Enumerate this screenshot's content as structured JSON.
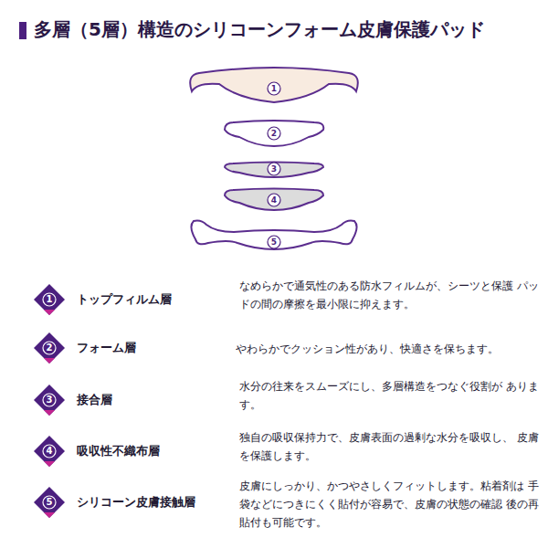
{
  "diagram": {
    "title": "多層（5層）構造のシリコーンフォーム皮膚保護パッド",
    "nodes": [
      {
        "text": [
          "1"
        ]
      },
      {
        "text": [
          "2"
        ]
      },
      {
        "text": [
          "3"
        ]
      },
      {
        "text": [
          "4"
        ]
      },
      {
        "text": [
          "5"
        ]
      },
      {
        "text": [
          "1"
        ]
      },
      {
        "text": [
          "2"
        ]
      },
      {
        "text": [
          "3"
        ]
      },
      {
        "text": [
          "4"
        ]
      },
      {
        "text": [
          "5"
        ]
      }
    ],
    "labels": [
      "トップフィルム層",
      "なめらかで通気性のある防水フィルムが、シーツと保護 パッドの間の摩擦を最小限に抑えます。",
      "フォーム層",
      "やわらかでクッション性があり、快適さを保ちます。",
      "接合層",
      "水分の往来をスムーズにし、多層構造をつなぐ役割が あります。",
      "吸収性不織布層",
      "独自の吸収保持力で、皮膚表面の過剰な水分を吸収し、 皮膚を保護します。",
      "シリコーン皮膚接触層",
      "皮膚にしっかり、かつやさしくフィットします。粘着剤は 手袋などにつきにくく貼付が容易で、皮膚の状態の確認 後の再貼付も可能です。"
    ]
  }
}
